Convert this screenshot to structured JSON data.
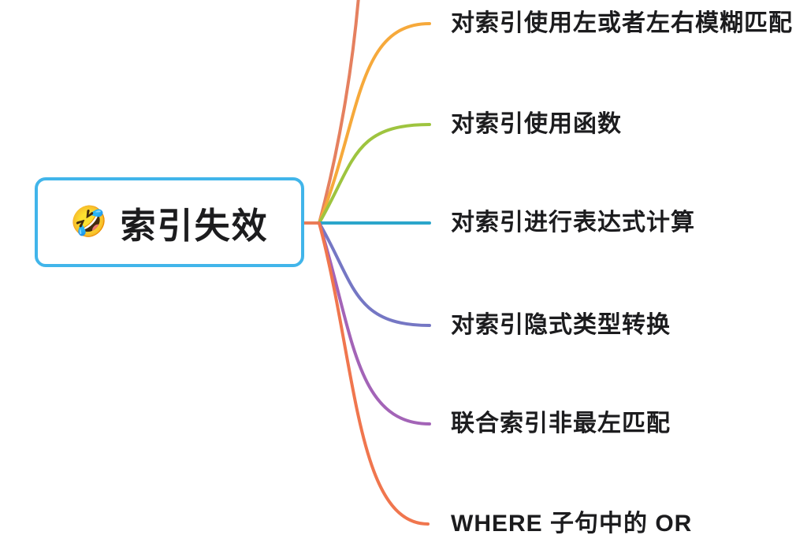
{
  "root": {
    "emoji": "🤣",
    "label": "索引失效",
    "border_color": "#41b5ea",
    "connector_color": "#ea7c57"
  },
  "clipped_branch": {
    "note": "branch line exiting top edge of screenshot",
    "color": "#e5805f"
  },
  "branches": [
    {
      "label": "对索引使用左或者左右模糊匹配",
      "color": "#f6a93b"
    },
    {
      "label": "对索引使用函数",
      "color": "#9ec43f"
    },
    {
      "label": "对索引进行表达式计算",
      "color": "#2ba6cb"
    },
    {
      "label": "对索引隐式类型转换",
      "color": "#7577c4"
    },
    {
      "label": "联合索引非最左匹配",
      "color": "#a364b7"
    },
    {
      "label": "WHERE 子句中的 OR",
      "color": "#f0764e"
    }
  ]
}
